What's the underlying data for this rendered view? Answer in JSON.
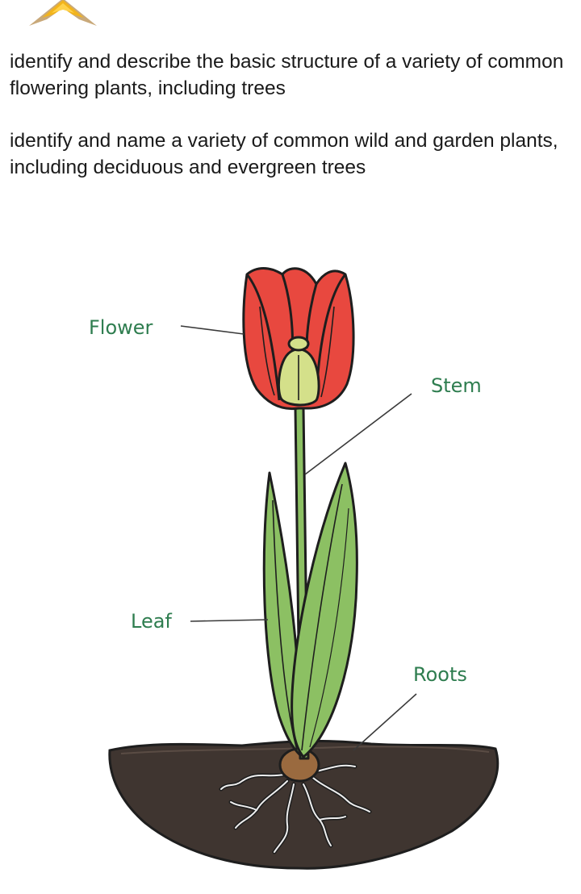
{
  "objectives": [
    "identify and describe the basic structure of a variety of common flowering plants, including trees",
    "identify and name a variety of common wild and garden plants, including deciduous and evergreen trees"
  ],
  "diagram": {
    "labels": {
      "flower": "Flower",
      "stem": "Stem",
      "leaf": "Leaf",
      "roots": "Roots"
    }
  },
  "colors": {
    "label_text": "#2e7d4f",
    "petal": "#e8483f",
    "bud": "#d4e08a",
    "leaf": "#8cc063",
    "soil": "#3f3530",
    "bulb": "#9a6a3f",
    "outline": "#1e1e1e",
    "logo_gold": "#f2b41c"
  },
  "icons": [
    "logo-star-icon"
  ]
}
